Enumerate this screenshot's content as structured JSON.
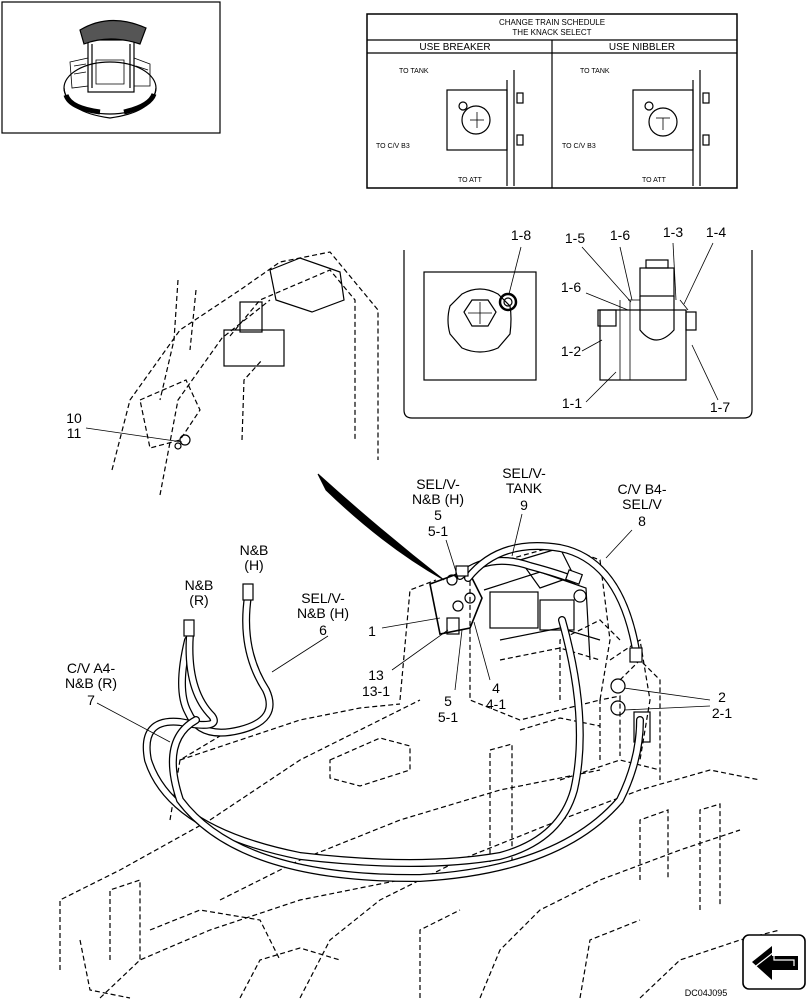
{
  "schedule_box": {
    "header_line1": "CHANGE TRAIN SCHEDULE",
    "header_line2": "THE KNACK SELECT",
    "col_breaker": "USE BREAKER",
    "col_nibbler": "USE NIBBLER",
    "to_tank": "TO TANK",
    "to_cv_b3": "TO C/V B3",
    "to_att": "TO ATT"
  },
  "detail_labels": {
    "l1_8": "1-8",
    "l1_5": "1-5",
    "l1_6a": "1-6",
    "l1_3": "1-3",
    "l1_4": "1-4",
    "l1_6b": "1-6",
    "l1_2": "1-2",
    "l1_1": "1-1",
    "l1_7": "1-7"
  },
  "callouts": {
    "c10": "10",
    "c11": "11",
    "selv_nbh_1": "SEL/V-",
    "selv_nbh_2": "N&B (H)",
    "c5a": "5",
    "c5_1a": "5-1",
    "selv_tank_1": "SEL/V-",
    "selv_tank_2": "TANK",
    "c9": "9",
    "cvb4_1": "C/V B4-",
    "cvb4_2": "SEL/V",
    "c8": "8",
    "nbh_1": "N&B",
    "nbh_2": "(H)",
    "nbr_1": "N&B",
    "nbr_2": "(R)",
    "selv_nbh6_1": "SEL/V-",
    "selv_nbh6_2": "N&B (H)",
    "c6": "6",
    "c1": "1",
    "cva4_1": "C/V A4-",
    "cva4_2": "N&B (R)",
    "c7": "7",
    "c13": "13",
    "c13_1": "13-1",
    "c5b": "5",
    "c5_1b": "5-1",
    "c4": "4",
    "c4_1": "4-1",
    "c2": "2",
    "c2_1": "2-1"
  },
  "drawing_code": "DC04J095",
  "icons": [
    "excavator-thumbnail-icon",
    "next-page-arrow-icon"
  ]
}
